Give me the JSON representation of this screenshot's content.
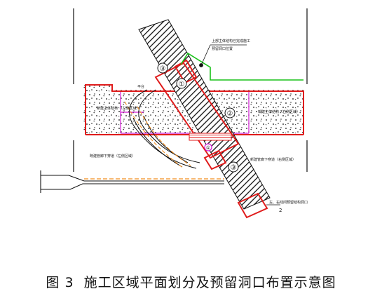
{
  "caption": {
    "figure_number": "图 3",
    "title": "施工区域平面划分及预留洞口布置示意图"
  },
  "diagram": {
    "zone_markers": [
      "③",
      "①",
      "②",
      "③"
    ],
    "small_marker": "①",
    "labels": {
      "top_note_1": "上部主体结构已完成施工",
      "top_note_2": "预留洞口位置",
      "main_structure_left": "新建主体结构\n（左侧区域）",
      "main_structure_right": "新建主体结构（右侧区域）",
      "tunnel_left": "既建管廊下穿道（左侧区域）",
      "tunnel_right": "新建管廊下穿道（右侧区域）",
      "bottom_note": "左、右线间预留结构洞口",
      "bottom_num": "2",
      "small_top": "平台"
    },
    "colors": {
      "red": "#e01b1b",
      "green": "#19c219",
      "magenta": "#d21ad2",
      "orange": "#f08c1e",
      "black": "#111111"
    }
  }
}
